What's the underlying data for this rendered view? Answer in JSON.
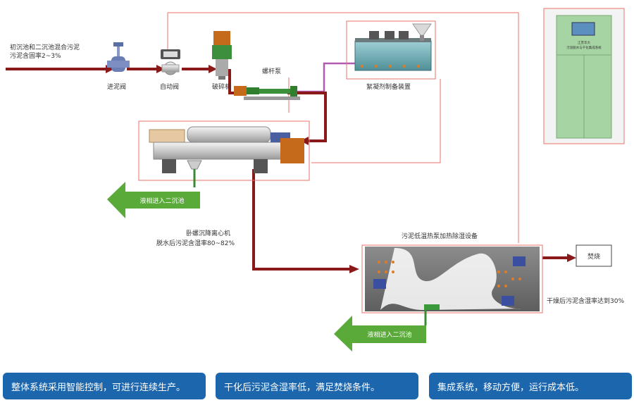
{
  "colors": {
    "sludge_pipe": "#8a1a1a",
    "control_line": "#e8736a",
    "liquid_arrow": "#5aaa3a",
    "chem_pipe": "#b05ab0",
    "footer_pill": "#1c66ad"
  },
  "input_label": {
    "line1": "初沉池和二沉池混合污泥",
    "line2": "污泥含固率2~3%"
  },
  "devices": {
    "inlet_valve": "进泥阀",
    "auto_valve": "自动阀",
    "crusher": "破碎机",
    "screw_pump": "螺杆泵",
    "flocculant_unit": "絮凝剂制备装置",
    "centrifuge_name": "卧螺沉降离心机",
    "centrifuge_moisture": "脱水后污泥含湿率80~82%",
    "dryer_unit": "污泥低温热泵加热除湿设备",
    "dryer_moisture": "干燥后污泥含湿率达到30%",
    "incineration": "焚烧"
  },
  "liquid_arrows": {
    "upper": "液相进入二沉池",
    "lower": "液相进入二沉池"
  },
  "cabinet": {
    "line1": "江苏华大",
    "line2": "污泥脱水与干化集成系统"
  },
  "footer": [
    "整体系统采用智能控制，可进行连续生产。",
    "干化后污泥含湿率低，满足焚烧条件。",
    "集成系统，移动方便，运行成本低。"
  ]
}
